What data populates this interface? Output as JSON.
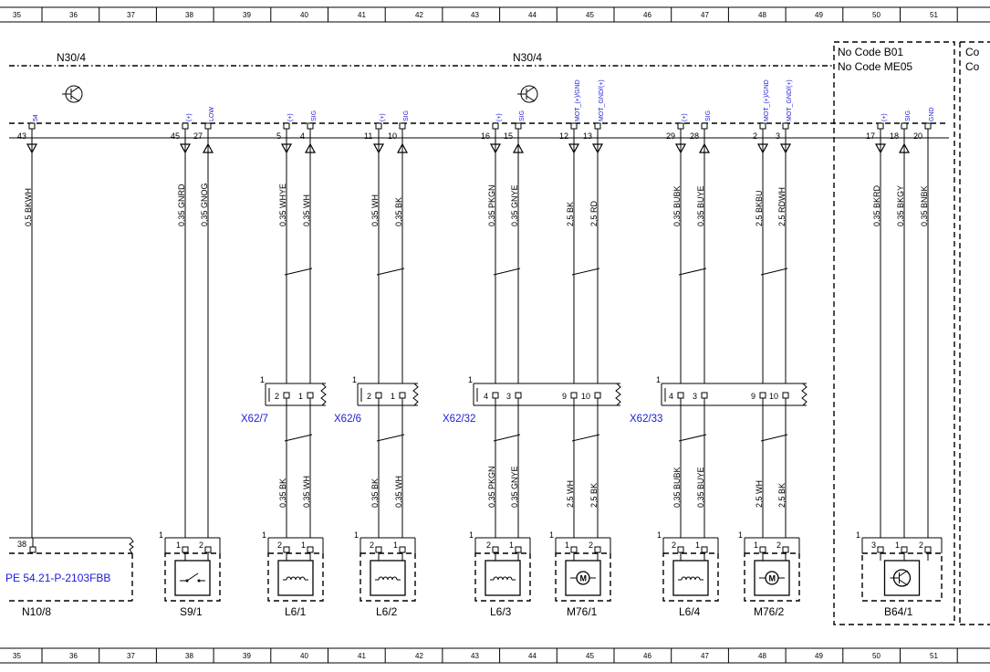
{
  "ruler": [
    "35",
    "36",
    "37",
    "38",
    "39",
    "40",
    "41",
    "42",
    "43",
    "44",
    "45",
    "46",
    "47",
    "48",
    "49",
    "50",
    "51"
  ],
  "header": {
    "bus_left": "N30/4",
    "bus_mid": "N30/4",
    "code_box": {
      "line1": "No Code B01",
      "line2": "No Code ME05"
    },
    "code_box2": {
      "line1": "Co",
      "line2": "Co"
    }
  },
  "top_pins": [
    {
      "num": "43",
      "sig": "54",
      "dir": "out",
      "wire": "0,5 BKWH"
    },
    {
      "num": "45",
      "sig": "(+)",
      "dir": "out",
      "wire": "0,35 GNRD"
    },
    {
      "num": "27",
      "sig": "LOW",
      "dir": "in",
      "wire": "0,35 GNOG"
    },
    {
      "num": "5",
      "sig": "(+)",
      "dir": "out",
      "wire": "0,35 WHYE"
    },
    {
      "num": "4",
      "sig": "SIG",
      "dir": "in",
      "wire": "0,35 WH"
    },
    {
      "num": "11",
      "sig": "(+)",
      "dir": "out",
      "wire": "0,35 WH"
    },
    {
      "num": "10",
      "sig": "SIG",
      "dir": "in",
      "wire": "0,35 BK"
    },
    {
      "num": "16",
      "sig": "(+)",
      "dir": "out",
      "wire": "0,35 PKGN"
    },
    {
      "num": "15",
      "sig": "SIG",
      "dir": "in",
      "wire": "0,35 GNYE"
    },
    {
      "num": "12",
      "sig": "MOT_(+)/GND",
      "dir": "out",
      "wire": "2,5 BK"
    },
    {
      "num": "13",
      "sig": "MOT_GND/(+)",
      "dir": "out",
      "wire": "2,5 RD"
    },
    {
      "num": "29",
      "sig": "(+)",
      "dir": "out",
      "wire": "0,35 BUBK"
    },
    {
      "num": "28",
      "sig": "SIG",
      "dir": "in",
      "wire": "0,35 BUYE"
    },
    {
      "num": "2",
      "sig": "MOT_(+)/GND",
      "dir": "out",
      "wire": "2,5 BKBU"
    },
    {
      "num": "3",
      "sig": "MOT_GND/(+)",
      "dir": "out",
      "wire": "2,5 RDWH"
    },
    {
      "num": "17",
      "sig": "(+)",
      "dir": "out",
      "wire": "0,35 BKRD"
    },
    {
      "num": "18",
      "sig": "SIG",
      "dir": "in",
      "wire": "0,35 BKGY"
    },
    {
      "num": "20",
      "sig": "GND",
      "dir": "none",
      "wire": "0,35 BNBK"
    }
  ],
  "connectors": [
    {
      "label": "X62/7",
      "housing": "1",
      "pins": [
        "2",
        "1"
      ],
      "wires": [
        "0,35 BK",
        "0,35 WH"
      ]
    },
    {
      "label": "X62/6",
      "housing": "1",
      "pins": [
        "2",
        "1"
      ],
      "wires": [
        "0,35 BK",
        "0,35 WH"
      ]
    },
    {
      "label": "X62/32",
      "housing": "1",
      "pins": [
        "4",
        "3",
        "9",
        "10"
      ],
      "wires": [
        "0,35 PKGN",
        "0,35 GNYE",
        "2,5 WH",
        "2,5 BK"
      ]
    },
    {
      "label": "X62/33",
      "housing": "1",
      "pins": [
        "4",
        "3",
        "9",
        "10"
      ],
      "wires": [
        "0,35 BUBK",
        "0,35 BUYE",
        "2,5 WH",
        "2,5 BK"
      ]
    }
  ],
  "components": [
    {
      "name": "N10/8",
      "pin": "38",
      "text": "PE 54.21-P-2103FBB",
      "icon": "reference-box"
    },
    {
      "name": "S9/1",
      "housing": "1",
      "pins": [
        "1",
        "2"
      ],
      "icon": "switch-icon"
    },
    {
      "name": "L6/1",
      "housing": "1",
      "pins": [
        "2",
        "1"
      ],
      "icon": "coil-icon"
    },
    {
      "name": "L6/2",
      "housing": "1",
      "pins": [
        "2",
        "1"
      ],
      "icon": "coil-icon"
    },
    {
      "name": "L6/3",
      "housing": "1",
      "pins": [
        "2",
        "1"
      ],
      "icon": "coil-icon"
    },
    {
      "name": "M76/1",
      "housing": "1",
      "pins": [
        "1",
        "2"
      ],
      "icon": "motor-icon"
    },
    {
      "name": "L6/4",
      "housing": "1",
      "pins": [
        "2",
        "1"
      ],
      "icon": "coil-icon"
    },
    {
      "name": "M76/2",
      "housing": "1",
      "pins": [
        "1",
        "2"
      ],
      "icon": "motor-icon"
    },
    {
      "name": "B64/1",
      "housing": "1",
      "pins": [
        "3",
        "1",
        "2"
      ],
      "icon": "hall-sensor-icon"
    }
  ]
}
